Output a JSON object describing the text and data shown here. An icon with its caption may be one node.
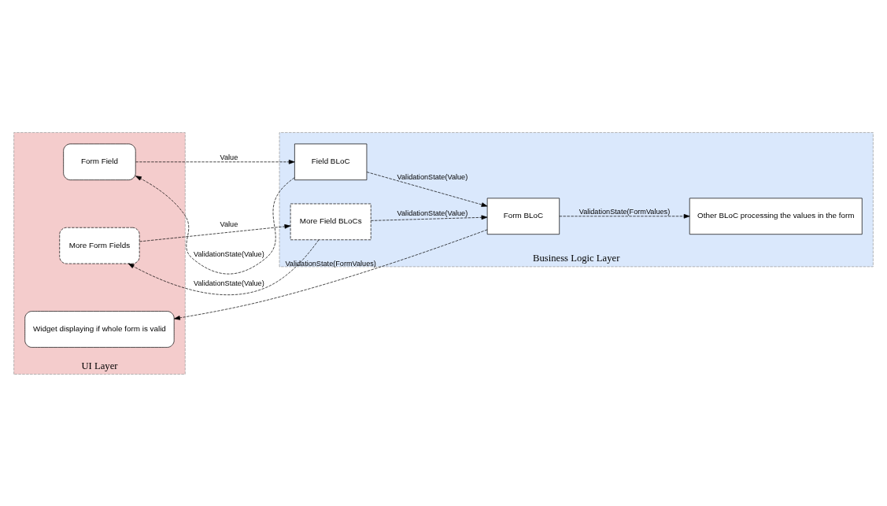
{
  "diagram": {
    "nodes": [
      {
        "text": [
          "UI Layer"
        ]
      },
      {
        "text": [
          "Business Logic Layer"
        ]
      },
      {
        "text": [
          "Form Field"
        ],
        "in": 0
      },
      {
        "text": [
          "More Form Fields"
        ],
        "in": 0
      },
      {
        "text": [
          "Widget displaying if whole form is valid"
        ],
        "in": 0
      },
      {
        "text": [
          "Field BLoC"
        ],
        "in": 1
      },
      {
        "text": [
          "More Field BLoCs"
        ],
        "in": 1
      },
      {
        "text": [
          "Form BLoC"
        ],
        "in": 1
      },
      {
        "text": [
          "Other BLoC processing the values in the form"
        ],
        "in": 1
      }
    ],
    "edges": [
      {
        "from": 2,
        "to": 5,
        "arrow": "to",
        "label": "Value",
        "style": "dashed"
      },
      {
        "from": 5,
        "to": 2,
        "arrow": "to",
        "label": "ValidationState(Value)",
        "style": "dashed"
      },
      {
        "from": 3,
        "to": 6,
        "arrow": "to",
        "label": "Value",
        "style": "dashed"
      },
      {
        "from": 6,
        "to": 3,
        "arrow": "to",
        "label": "ValidationState(Value)",
        "style": "dashed"
      },
      {
        "from": 5,
        "to": 7,
        "arrow": "to",
        "label": "ValidationState(Value)",
        "style": "dashed"
      },
      {
        "from": 6,
        "to": 7,
        "arrow": "to",
        "label": "ValidationState(Value)",
        "style": "dashed"
      },
      {
        "from": 7,
        "to": 4,
        "arrow": "to",
        "label": "ValidationState(FormValues)",
        "style": "dashed"
      },
      {
        "from": 7,
        "to": 8,
        "arrow": "to",
        "label": "ValidationState(FormValues)",
        "style": "dashed"
      }
    ]
  }
}
